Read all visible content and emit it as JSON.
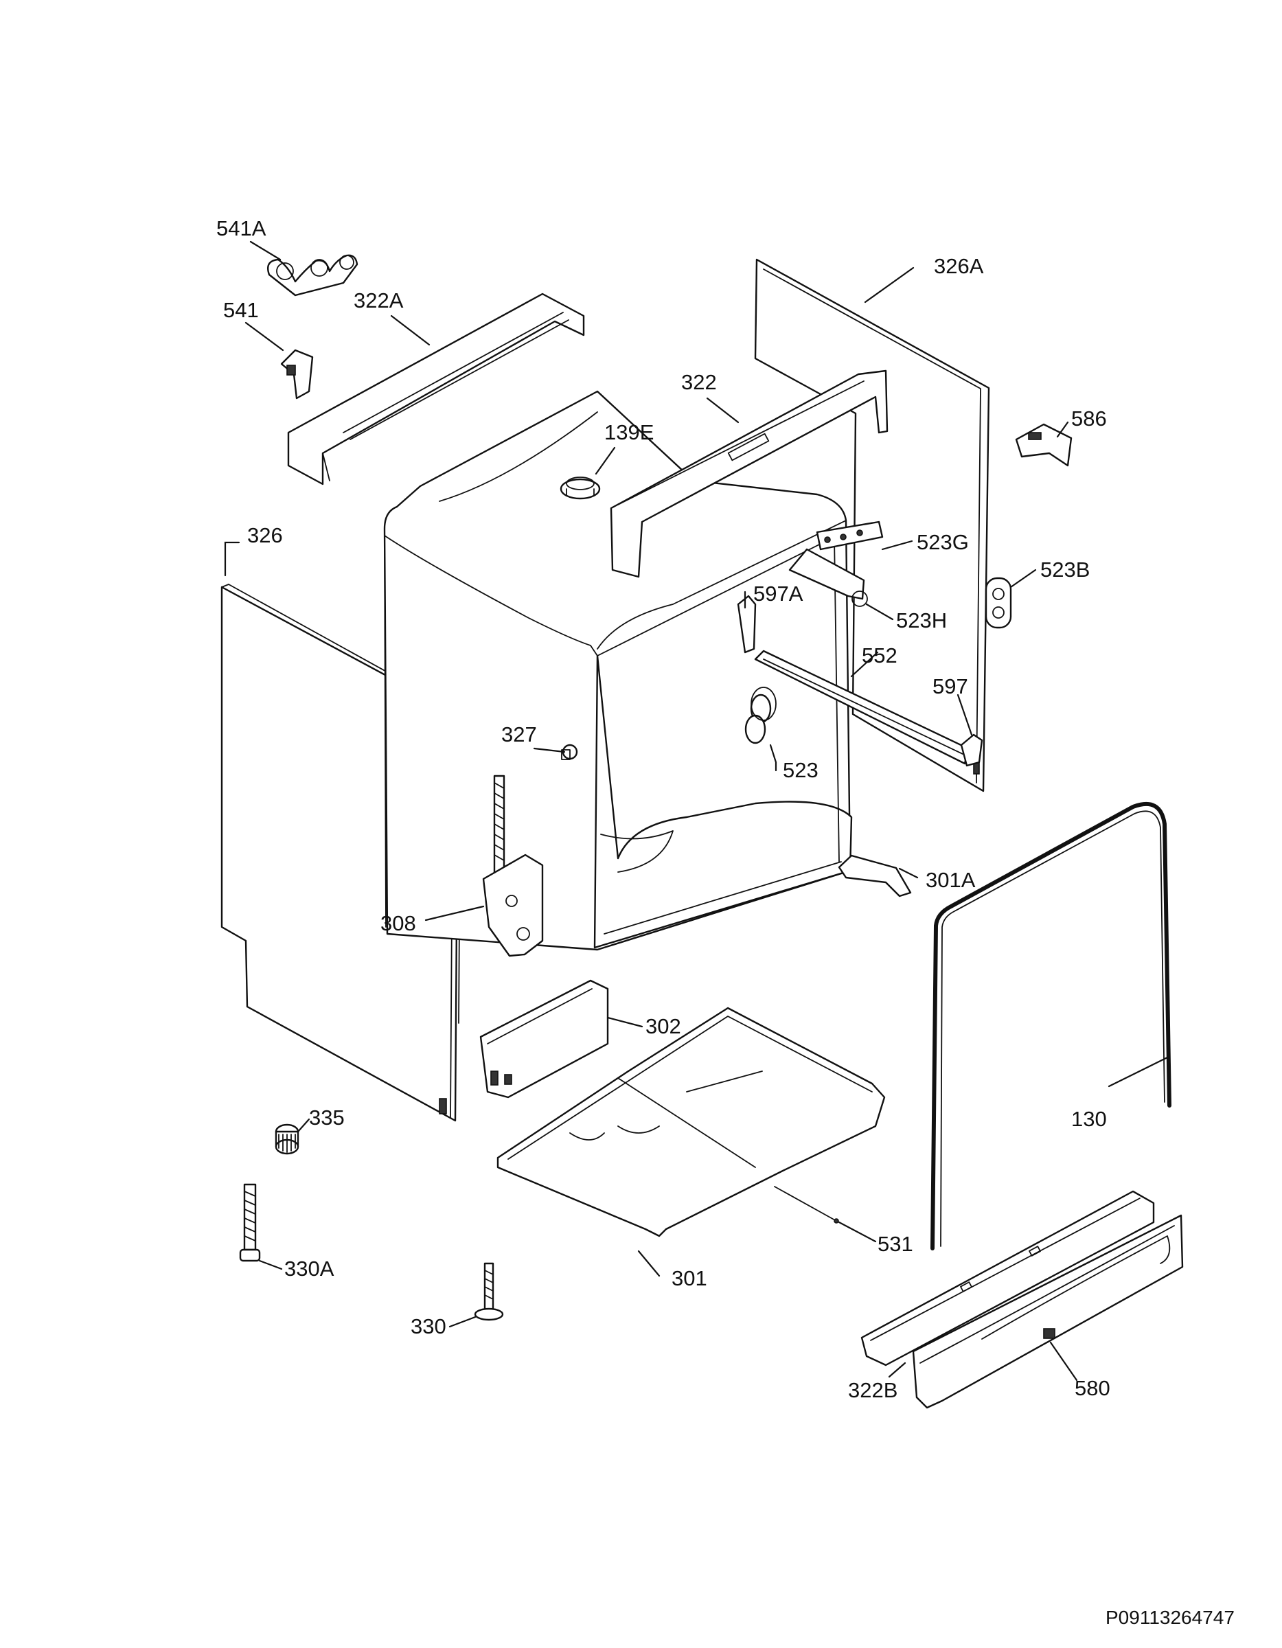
{
  "diagram_ref": "P09113264747",
  "callouts": {
    "c541A": "541A",
    "c541": "541",
    "c322A": "322A",
    "c326A": "326A",
    "c322": "322",
    "c139E": "139E",
    "c586": "586",
    "c326": "326",
    "c523G": "523G",
    "c523B": "523B",
    "c597A": "597A",
    "c523H": "523H",
    "c552": "552",
    "c597": "597",
    "c327": "327",
    "c523": "523",
    "c301A": "301A",
    "c308": "308",
    "c302": "302",
    "c335": "335",
    "c130": "130",
    "c531": "531",
    "c330A": "330A",
    "c301": "301",
    "c330": "330",
    "c322B": "322B",
    "c580": "580"
  }
}
